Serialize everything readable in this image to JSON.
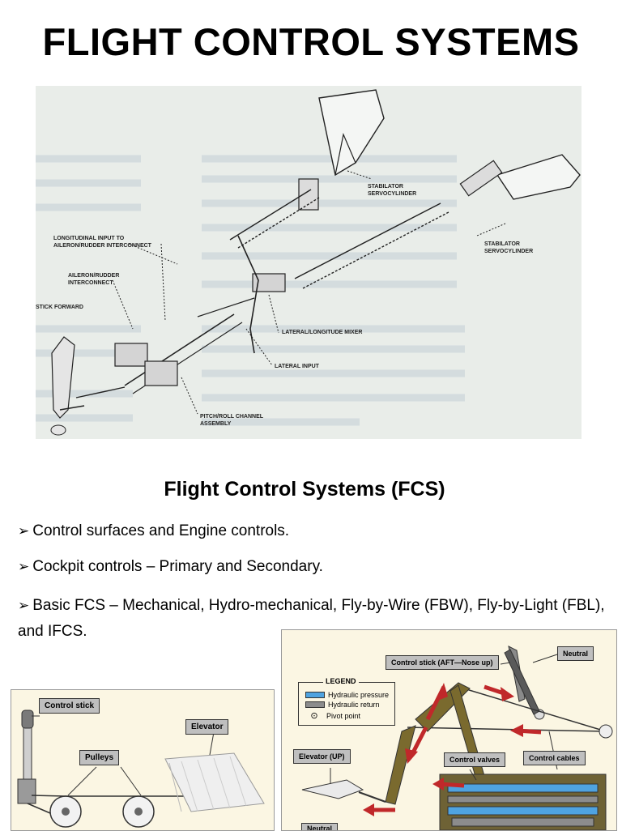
{
  "slide": {
    "title": "FLIGHT CONTROL SYSTEMS",
    "subtitle": "Flight Control Systems (FCS)",
    "bullets": [
      "Control surfaces and Engine controls.",
      "Cockpit controls – Primary and Secondary.",
      "Basic FCS – Mechanical, Hydro-mechanical, Fly-by-Wire (FBW), Fly-by-Light (FBL), and IFCS."
    ],
    "bullet_icon": "arrow-bullet-icon"
  },
  "figure1": {
    "labels": {
      "stabilator1": "STABILATOR",
      "servo1": "SERVOCYLINDER",
      "stabilator2": "STABILATOR",
      "servo2": "SERVOCYLINDER",
      "long_input1": "LONGITUDINAL INPUT TO",
      "long_input2": "AILERON/RUDDER INTERCONNECT",
      "aileron1": "AILERON/RUDDER",
      "aileron2": "INTERCONNECT",
      "stick_forward": "STICK FORWARD",
      "mixer": "LATERAL/LONGITUDE MIXER",
      "lateral_input": "LATERAL INPUT",
      "pitch_roll1": "PITCH/ROLL CHANNEL",
      "pitch_roll2": "ASSEMBLY"
    }
  },
  "figure2": {
    "labels": {
      "control_stick": "Control stick",
      "elevator": "Elevator",
      "pulleys": "Pulleys"
    }
  },
  "figure3": {
    "labels": {
      "control_stick": "Control stick (AFT—Nose up)",
      "neutral": "Neutral",
      "legend": "LEGEND",
      "hyd_pressure": "Hydraulic pressure",
      "hyd_return": "Hydraulic return",
      "pivot": "Pivot point",
      "elevator_up": "Elevator (UP)",
      "control_valves": "Control valves",
      "control_cables": "Control cables",
      "neutral_bottom": "Neutral"
    },
    "colors": {
      "hydraulic_pressure": "#4fa3e0",
      "hydraulic_return": "#8c8c8c",
      "arrow": "#c0282a",
      "body": "#7a6a2e"
    }
  }
}
